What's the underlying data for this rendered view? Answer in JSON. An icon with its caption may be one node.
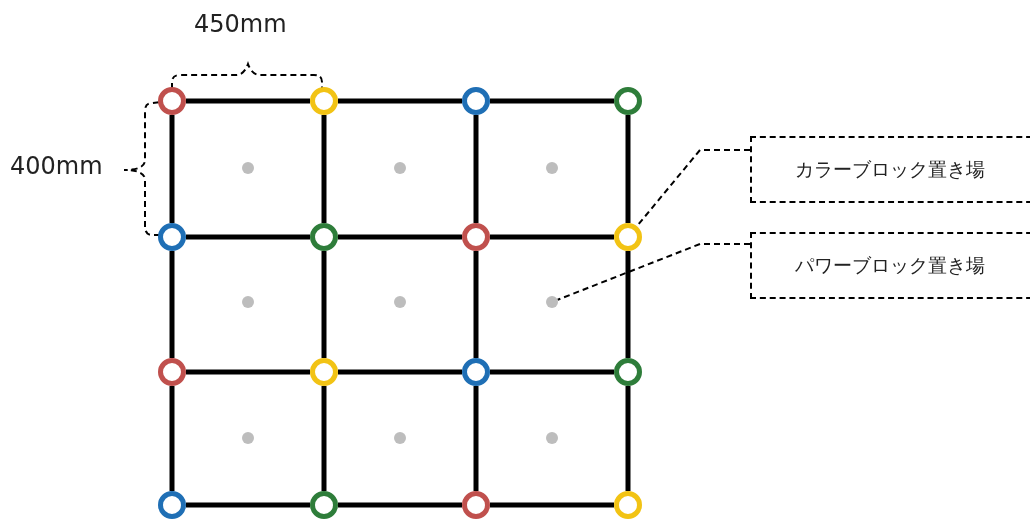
{
  "diagram": {
    "nodes": [
      {
        "text": [],
        "shape": "circle"
      },
      {
        "text": [],
        "shape": "circle"
      },
      {
        "text": [],
        "shape": "circle"
      },
      {
        "text": [],
        "shape": "circle"
      },
      {
        "text": [],
        "shape": "circle"
      },
      {
        "text": [],
        "shape": "circle"
      },
      {
        "text": [],
        "shape": "circle"
      },
      {
        "text": [],
        "shape": "circle"
      },
      {
        "text": [],
        "shape": "circle"
      },
      {
        "text": [],
        "shape": "circle"
      },
      {
        "text": [],
        "shape": "circle"
      },
      {
        "text": [],
        "shape": "circle"
      },
      {
        "text": [],
        "shape": "circle"
      },
      {
        "text": [],
        "shape": "circle"
      },
      {
        "text": [],
        "shape": "circle"
      },
      {
        "text": [],
        "shape": "circle"
      },
      {
        "text": [],
        "shape": "circle"
      },
      {
        "text": [],
        "shape": "circle"
      },
      {
        "text": [],
        "shape": "circle"
      },
      {
        "text": [],
        "shape": "circle"
      },
      {
        "text": [],
        "shape": "circle"
      },
      {
        "text": [],
        "shape": "circle"
      },
      {
        "text": [],
        "shape": "circle"
      },
      {
        "text": [],
        "shape": "circle"
      },
      {
        "text": [],
        "shape": "circle"
      },
      {
        "text": [
          "カラーブロック置き場"
        ]
      },
      {
        "text": [
          "パワーブロック置き場"
        ]
      }
    ],
    "edges": [
      {
        "from": 0,
        "to": 1,
        "arrow": "none"
      },
      {
        "from": 1,
        "to": 2,
        "arrow": "none"
      },
      {
        "from": 2,
        "to": 3,
        "arrow": "none"
      },
      {
        "from": 4,
        "to": 5,
        "arrow": "none"
      },
      {
        "from": 5,
        "to": 6,
        "arrow": "none"
      },
      {
        "from": 6,
        "to": 7,
        "arrow": "none"
      },
      {
        "from": 8,
        "to": 9,
        "arrow": "none"
      },
      {
        "from": 9,
        "to": 10,
        "arrow": "none"
      },
      {
        "from": 10,
        "to": 11,
        "arrow": "none"
      },
      {
        "from": 12,
        "to": 13,
        "arrow": "none"
      },
      {
        "from": 13,
        "to": 14,
        "arrow": "none"
      },
      {
        "from": 14,
        "to": 15,
        "arrow": "none"
      },
      {
        "from": 0,
        "to": 4,
        "arrow": "none"
      },
      {
        "from": 4,
        "to": 8,
        "arrow": "none"
      },
      {
        "from": 8,
        "to": 12,
        "arrow": "none"
      },
      {
        "from": 1,
        "to": 5,
        "arrow": "none"
      },
      {
        "from": 5,
        "to": 9,
        "arrow": "none"
      },
      {
        "from": 9,
        "to": 13,
        "arrow": "none"
      },
      {
        "from": 2,
        "to": 6,
        "arrow": "none"
      },
      {
        "from": 6,
        "to": 10,
        "arrow": "none"
      },
      {
        "from": 10,
        "to": 14,
        "arrow": "none"
      },
      {
        "from": 3,
        "to": 7,
        "arrow": "none"
      },
      {
        "from": 7,
        "to": 11,
        "arrow": "none"
      },
      {
        "from": 11,
        "to": 15,
        "arrow": "none"
      },
      {
        "from": 25,
        "to": 7,
        "arrow": "none",
        "style": "dashed"
      },
      {
        "from": 26,
        "to": 21,
        "arrow": "none",
        "style": "dashed"
      }
    ],
    "labels": [
      "450mm",
      "400mm"
    ]
  }
}
